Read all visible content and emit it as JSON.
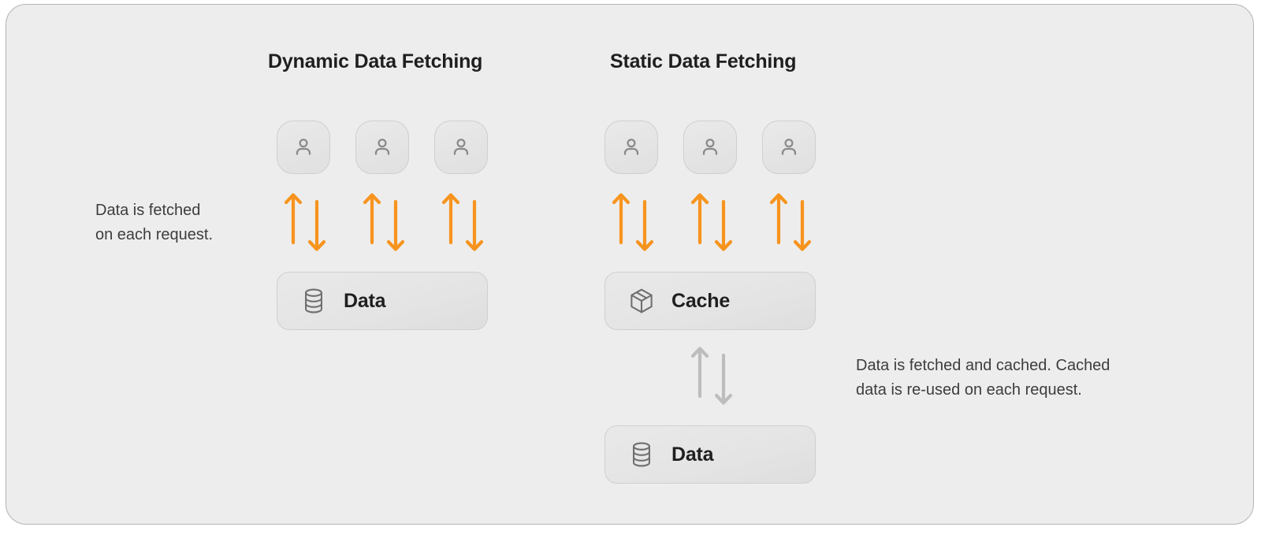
{
  "diagram": {
    "background_color": "#ededed",
    "card_border_color": "#b4b4b4",
    "accent_color": "#f7941e",
    "muted_arrow_color": "#bdbdbd",
    "columns": [
      {
        "id": "dynamic",
        "title": "Dynamic Data Fetching",
        "clients": [
          {
            "icon": "user-icon",
            "label": "user"
          },
          {
            "icon": "user-icon",
            "label": "user"
          },
          {
            "icon": "user-icon",
            "label": "user"
          }
        ],
        "connectors": [
          {
            "style": "active",
            "color": "#f7941e",
            "directions": "up-down"
          },
          {
            "style": "active",
            "color": "#f7941e",
            "directions": "up-down"
          },
          {
            "style": "active",
            "color": "#f7941e",
            "directions": "up-down"
          }
        ],
        "stores": [
          {
            "icon": "database-icon",
            "label": "Data"
          }
        ],
        "caption": "Data is fetched\non each request."
      },
      {
        "id": "static",
        "title": "Static Data Fetching",
        "clients": [
          {
            "icon": "user-icon",
            "label": "user"
          },
          {
            "icon": "user-icon",
            "label": "user"
          },
          {
            "icon": "user-icon",
            "label": "user"
          }
        ],
        "connectors": [
          {
            "style": "active",
            "color": "#f7941e",
            "directions": "up-down"
          },
          {
            "style": "active",
            "color": "#f7941e",
            "directions": "up-down"
          },
          {
            "style": "active",
            "color": "#f7941e",
            "directions": "up-down"
          }
        ],
        "stores": [
          {
            "icon": "package-icon",
            "label": "Cache"
          },
          {
            "icon": "database-icon",
            "label": "Data"
          }
        ],
        "lower_connector": {
          "style": "muted",
          "color": "#bdbdbd",
          "directions": "up-down"
        },
        "caption": "Data is fetched and cached. Cached\ndata is re-used on each request."
      }
    ]
  }
}
